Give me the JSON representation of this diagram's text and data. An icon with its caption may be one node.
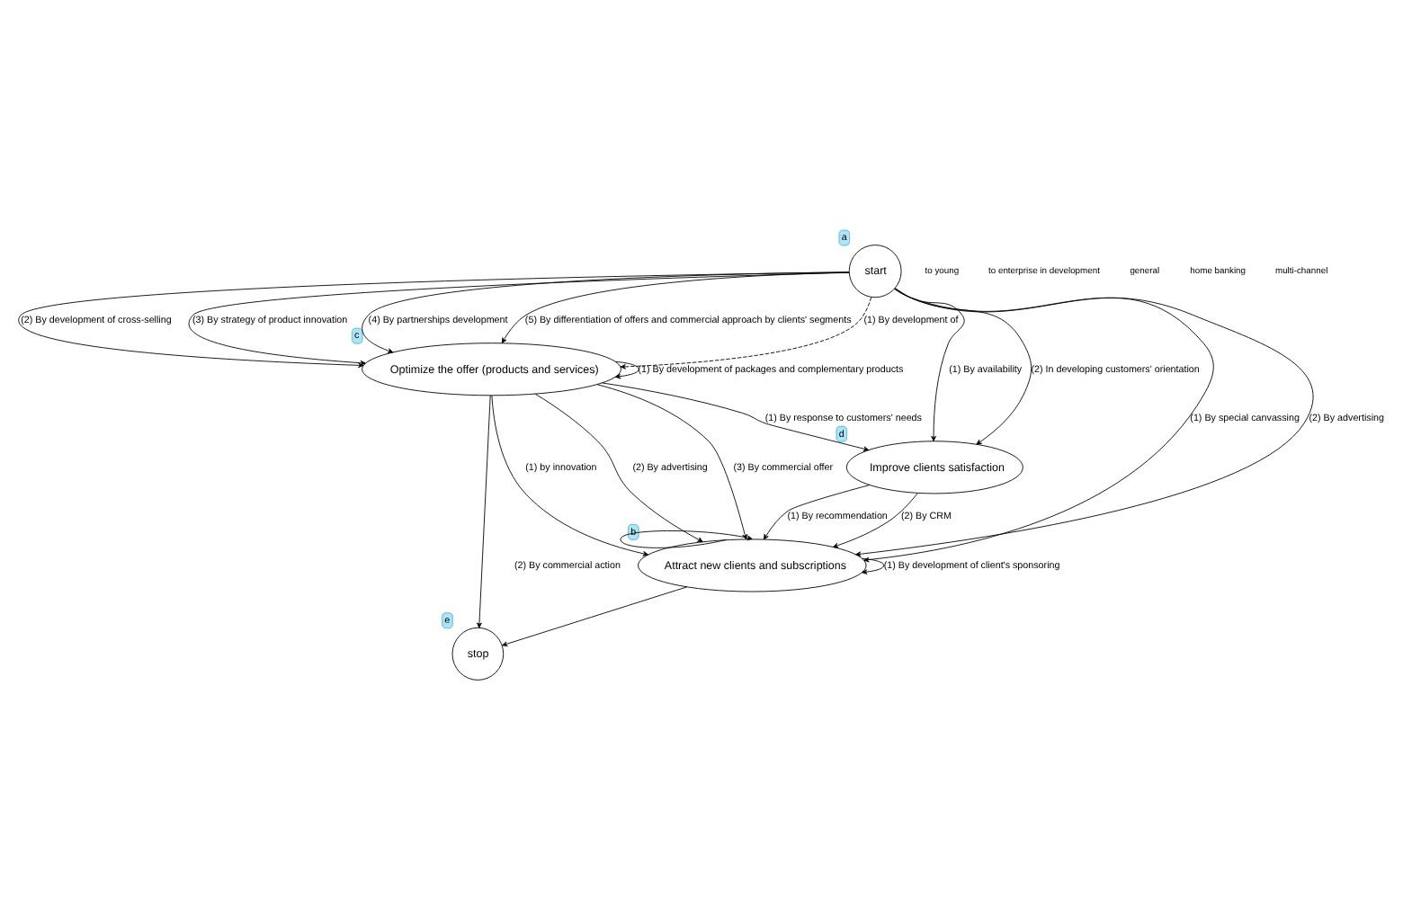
{
  "diagram": {
    "nodes": [
      {
        "text": [
          "start"
        ],
        "beside": [
          "a"
        ]
      },
      {
        "text": [
          "Attract new clients and subscriptions"
        ],
        "beside": [
          "b"
        ]
      },
      {
        "text": [
          "Optimize the offer (products and services)"
        ],
        "beside": [
          "c"
        ]
      },
      {
        "text": [
          "Improve clients satisfaction"
        ],
        "beside": [
          "d"
        ]
      },
      {
        "text": [
          "stop"
        ],
        "beside": [
          "e"
        ]
      }
    ],
    "edges": [
      {
        "from": 0,
        "to": 1,
        "arrow": "to",
        "label": "(1) By special canvassing"
      },
      {
        "from": 0,
        "to": 1,
        "arrow": "to",
        "label": "(2) By advertising"
      },
      {
        "from": 1,
        "to": 1,
        "arrow": "to",
        "label": "(2) By commercial action"
      },
      {
        "from": 1,
        "to": 1,
        "arrow": "to",
        "label": "(1) By development of client's sponsoring"
      },
      {
        "from": 1,
        "to": 4,
        "arrow": "to"
      },
      {
        "from": 0,
        "to": 2,
        "arrow": "to",
        "style": "dashed",
        "label": "(1) By development of"
      },
      {
        "from": 0,
        "to": 2,
        "arrow": "to",
        "label": "(2) By development of cross-selling"
      },
      {
        "from": 0,
        "to": 2,
        "arrow": "to",
        "label": "(3) By strategy of product innovation"
      },
      {
        "from": 0,
        "to": 2,
        "arrow": "to",
        "label": "(4) By partnerships development"
      },
      {
        "from": 0,
        "to": 2,
        "arrow": "to",
        "label": "(5) By differentiation of offers and commercial approach by clients' segments"
      },
      {
        "from": 0,
        "to": 3,
        "arrow": "to",
        "label": "(1) By availability"
      },
      {
        "from": 0,
        "to": 3,
        "arrow": "to",
        "label": "(2) In developing customers' orientation"
      },
      {
        "from": 2,
        "to": 1,
        "arrow": "to",
        "label": "(1) by innovation"
      },
      {
        "from": 2,
        "to": 1,
        "arrow": "to",
        "label": "(2) By advertising"
      },
      {
        "from": 2,
        "to": 1,
        "arrow": "to",
        "label": "(3) By commercial offer"
      },
      {
        "from": 2,
        "to": 2,
        "arrow": "to",
        "label": "(1) By development of packages and complementary products"
      },
      {
        "from": 2,
        "to": 3,
        "arrow": "to",
        "label": "(1) By response to customers' needs"
      },
      {
        "from": 2,
        "to": 4,
        "arrow": "to"
      },
      {
        "from": 3,
        "to": 1,
        "arrow": "to",
        "label": "(1) By recommendation"
      },
      {
        "from": 3,
        "to": 1,
        "arrow": "to",
        "label": "(2) By CRM"
      }
    ],
    "labels": [
      "to young",
      "to enterprise in development",
      "general",
      "home banking",
      "multi-channel"
    ]
  }
}
